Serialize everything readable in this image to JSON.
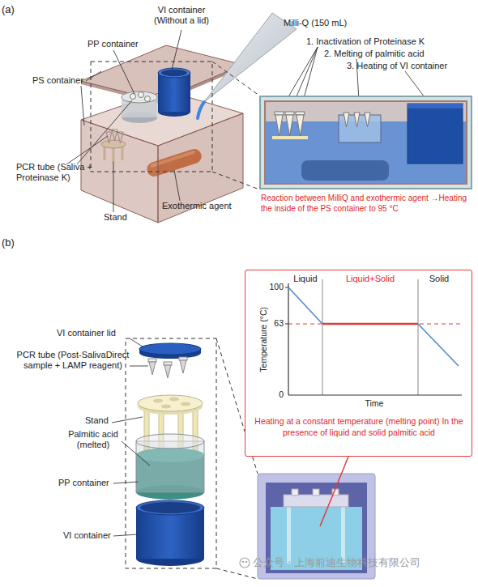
{
  "diagram": {
    "nodes": [
      {
        "text": [
          "Reaction between MilliQ and exothermic agent →Heating the inside of the PS container to 95 °C"
        ]
      },
      {
        "text": [
          "Heating at a constant temperature (melting point) In the presence of liquid and solid palmitic acid"
        ]
      }
    ],
    "labels": [
      "(a)",
      "Milli-Q (150 mL)",
      "VI container (Without a lid)",
      "PP container",
      "PS container",
      "PCR tube (Saliva + Proteinase K)",
      "Stand",
      "Exothermic agent",
      "1. Inactivation of Proteinase K",
      "2. Melting of palmitic acid",
      "3. Heating of VI container",
      "(b)",
      "VI container lid",
      "PCR tube (Post-SalivaDirect sample + LAMP reagent)",
      "Stand",
      "Palmitic acid (melted)",
      "PP container",
      "VI container",
      "Liquid",
      "Liquid+Solid",
      "Solid",
      "100",
      "63",
      "0",
      "Temperature (°C)",
      "Time",
      "公众号 · 上海前迪生物科技有限公司"
    ]
  }
}
